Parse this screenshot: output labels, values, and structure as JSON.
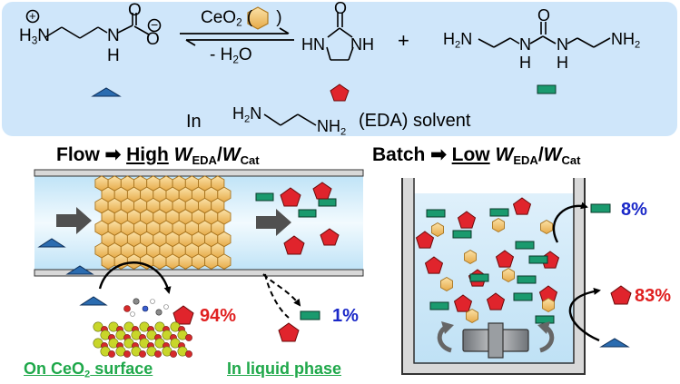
{
  "reaction": {
    "reactant_h3n": "H",
    "reactant_h3n_sub": "3",
    "reactant_n": "N",
    "reactant_nh": "N",
    "reactant_h": "H",
    "reactant_o_top": "O",
    "reactant_o_right": "O",
    "plus_charge": "+",
    "minus_charge": "−",
    "catalyst": "CeO",
    "catalyst_sub": "2",
    "catalyst_open": " (",
    "catalyst_close": ")",
    "condition": "- H",
    "condition_sub": "2",
    "condition_end": "O",
    "product1_o": "O",
    "product1_hn": "HN",
    "product1_nh": "NH",
    "plus": "+",
    "product2_h2n": "H",
    "product2_h2n_sub": "2",
    "product2_h2n_end": "N",
    "product2_o": "O",
    "product2_n1": "N",
    "product2_h1": "H",
    "product2_n2": "N",
    "product2_h2": "H",
    "product2_nh2": "NH",
    "product2_nh2_sub": "2",
    "solvent_in": "In",
    "solvent_h2n": "H",
    "solvent_h2n_sub": "2",
    "solvent_h2n_end": "N",
    "solvent_nh2": "NH",
    "solvent_nh2_sub": "2",
    "solvent_label": "(EDA) solvent"
  },
  "flow": {
    "title_start": "Flow",
    "arrow": "➡",
    "high": "High",
    "w1": "W",
    "w1_sub": "EDA",
    "slash": "/",
    "w2": "W",
    "w2_sub": "Cat",
    "pct_surface": "94%",
    "pct_liquid": "1%",
    "label_surface_start": "On CeO",
    "label_surface_sub": "2",
    "label_surface_end": " surface",
    "label_liquid": "In liquid phase"
  },
  "batch": {
    "title_start": "Batch",
    "arrow": "➡",
    "low": "Low",
    "w1": "W",
    "w1_sub": "EDA",
    "slash": "/",
    "w2": "W",
    "w2_sub": "Cat",
    "pct_top": "8%",
    "pct_bottom": "83%"
  },
  "colors": {
    "panel_bg": "#cfe6fa",
    "pentagon": "#e0242c",
    "rectangle": "#1a9a6e",
    "triangle": "#2b6cb0",
    "hexagon": "#f2c46a",
    "percent_red": "#e02020",
    "percent_blue": "#1a28c8",
    "label_green": "#1fa84a"
  }
}
